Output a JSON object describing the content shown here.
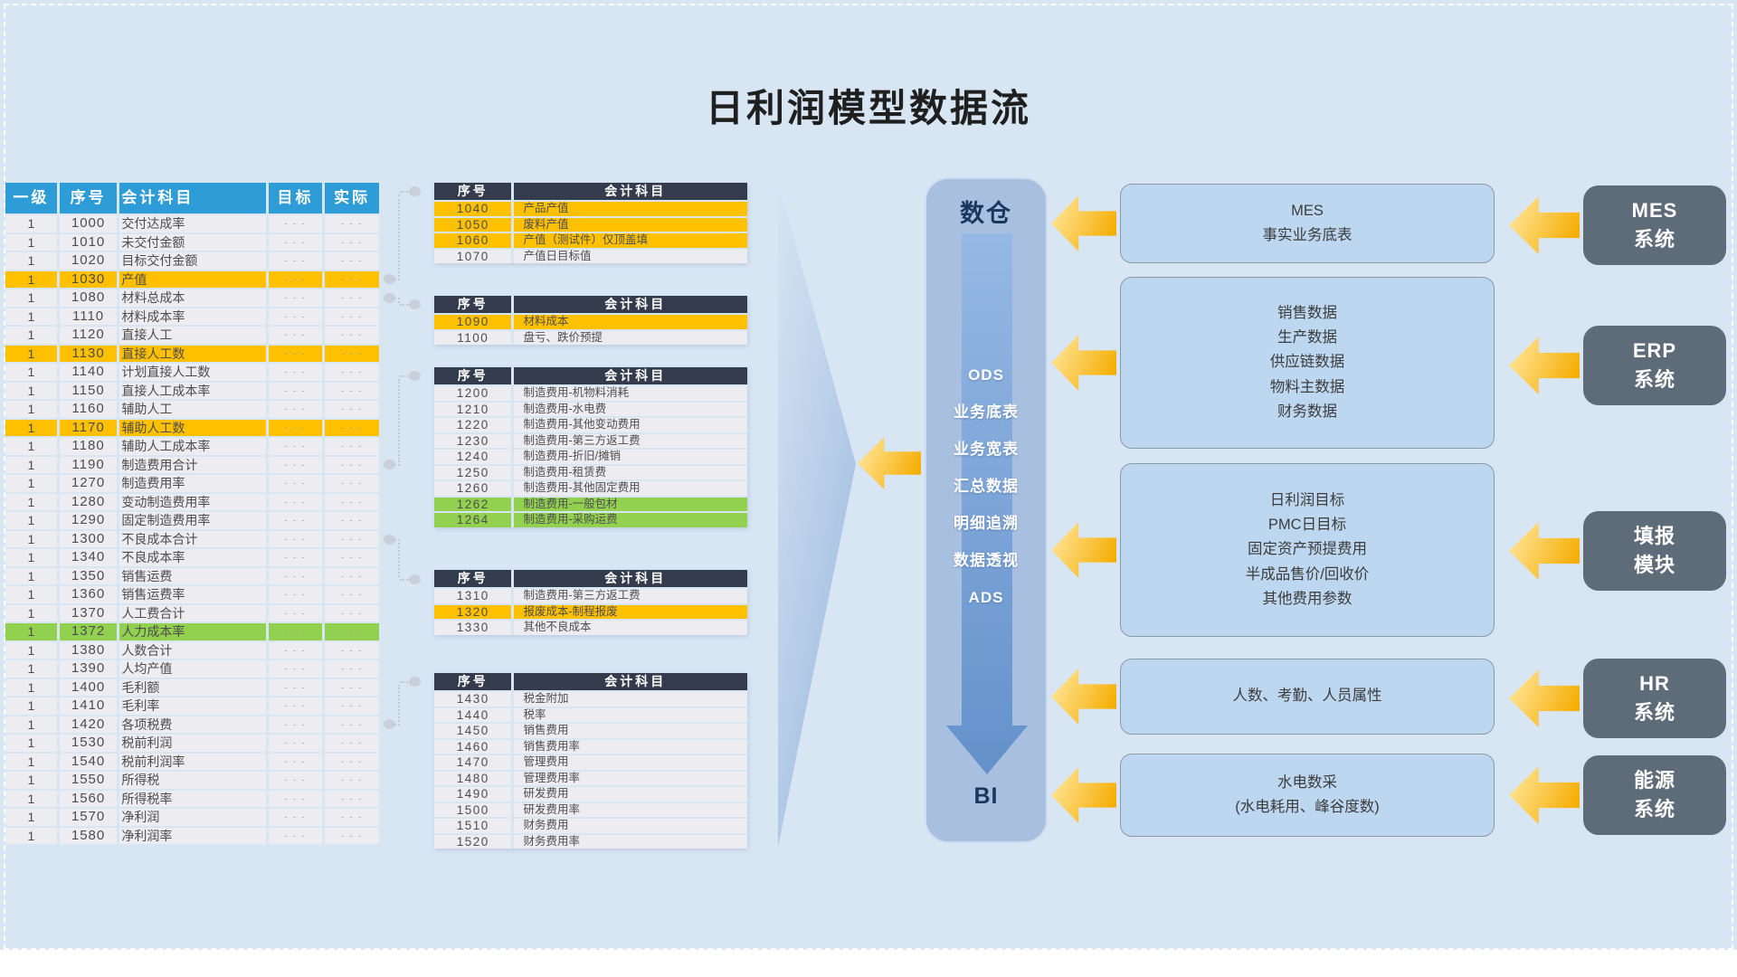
{
  "title": "日利润模型数据流",
  "left_table": {
    "headers": [
      "一级",
      "序号",
      "会计科目",
      "目标",
      "实际"
    ],
    "dash": "- - -",
    "rows": [
      {
        "level": "1",
        "code": "1000",
        "name": "交付达成率",
        "hl": ""
      },
      {
        "level": "1",
        "code": "1010",
        "name": "未交付金额",
        "hl": ""
      },
      {
        "level": "1",
        "code": "1020",
        "name": "目标交付金额",
        "hl": ""
      },
      {
        "level": "1",
        "code": "1030",
        "name": "产值",
        "hl": "orange"
      },
      {
        "level": "1",
        "code": "1080",
        "name": "材料总成本",
        "hl": ""
      },
      {
        "level": "1",
        "code": "1110",
        "name": "材料成本率",
        "hl": ""
      },
      {
        "level": "1",
        "code": "1120",
        "name": "直接人工",
        "hl": ""
      },
      {
        "level": "1",
        "code": "1130",
        "name": "直接人工数",
        "hl": "orange"
      },
      {
        "level": "1",
        "code": "1140",
        "name": "计划直接人工数",
        "hl": ""
      },
      {
        "level": "1",
        "code": "1150",
        "name": "直接人工成本率",
        "hl": ""
      },
      {
        "level": "1",
        "code": "1160",
        "name": "辅助人工",
        "hl": ""
      },
      {
        "level": "1",
        "code": "1170",
        "name": "辅助人工数",
        "hl": "orange"
      },
      {
        "level": "1",
        "code": "1180",
        "name": "辅助人工成本率",
        "hl": ""
      },
      {
        "level": "1",
        "code": "1190",
        "name": "制造费用合计",
        "hl": ""
      },
      {
        "level": "1",
        "code": "1270",
        "name": "制造费用率",
        "hl": ""
      },
      {
        "level": "1",
        "code": "1280",
        "name": "变动制造费用率",
        "hl": ""
      },
      {
        "level": "1",
        "code": "1290",
        "name": "固定制造费用率",
        "hl": ""
      },
      {
        "level": "1",
        "code": "1300",
        "name": "不良成本合计",
        "hl": ""
      },
      {
        "level": "1",
        "code": "1340",
        "name": "不良成本率",
        "hl": ""
      },
      {
        "level": "1",
        "code": "1350",
        "name": "销售运费",
        "hl": ""
      },
      {
        "level": "1",
        "code": "1360",
        "name": "销售运费率",
        "hl": ""
      },
      {
        "level": "1",
        "code": "1370",
        "name": "人工费合计",
        "hl": ""
      },
      {
        "level": "1",
        "code": "1372",
        "name": "人力成本率",
        "hl": "green"
      },
      {
        "level": "1",
        "code": "1380",
        "name": "人数合计",
        "hl": ""
      },
      {
        "level": "1",
        "code": "1390",
        "name": "人均产值",
        "hl": ""
      },
      {
        "level": "1",
        "code": "1400",
        "name": "毛利额",
        "hl": ""
      },
      {
        "level": "1",
        "code": "1410",
        "name": "毛利率",
        "hl": ""
      },
      {
        "level": "1",
        "code": "1420",
        "name": "各项税费",
        "hl": ""
      },
      {
        "level": "1",
        "code": "1530",
        "name": "税前利润",
        "hl": ""
      },
      {
        "level": "1",
        "code": "1540",
        "name": "税前利润率",
        "hl": ""
      },
      {
        "level": "1",
        "code": "1550",
        "name": "所得税",
        "hl": ""
      },
      {
        "level": "1",
        "code": "1560",
        "name": "所得税率",
        "hl": ""
      },
      {
        "level": "1",
        "code": "1570",
        "name": "净利润",
        "hl": ""
      },
      {
        "level": "1",
        "code": "1580",
        "name": "净利润率",
        "hl": ""
      }
    ]
  },
  "mini_tables": [
    {
      "headers": [
        "序号",
        "会计科目"
      ],
      "rows": [
        {
          "code": "1040",
          "name": "产品产值",
          "hl": "orange"
        },
        {
          "code": "1050",
          "name": "废料产值",
          "hl": "orange"
        },
        {
          "code": "1060",
          "name": "产值（测试件）仅顶盖填",
          "hl": "orange"
        },
        {
          "code": "1070",
          "name": "产值日目标值",
          "hl": ""
        }
      ]
    },
    {
      "headers": [
        "序号",
        "会计科目"
      ],
      "rows": [
        {
          "code": "1090",
          "name": "材料成本",
          "hl": "orange"
        },
        {
          "code": "1100",
          "name": "盘亏、跌价预提",
          "hl": ""
        }
      ]
    },
    {
      "headers": [
        "序号",
        "会计科目"
      ],
      "rows": [
        {
          "code": "1200",
          "name": "制造费用-机物料消耗",
          "hl": ""
        },
        {
          "code": "1210",
          "name": "制造费用-水电费",
          "hl": ""
        },
        {
          "code": "1220",
          "name": "制造费用-其他变动费用",
          "hl": ""
        },
        {
          "code": "1230",
          "name": "制造费用-第三方返工费",
          "hl": ""
        },
        {
          "code": "1240",
          "name": "制造费用-折旧/摊销",
          "hl": ""
        },
        {
          "code": "1250",
          "name": "制造费用-租赁费",
          "hl": ""
        },
        {
          "code": "1260",
          "name": "制造费用-其他固定费用",
          "hl": ""
        },
        {
          "code": "1262",
          "name": "制造费用-一般包材",
          "hl": "green"
        },
        {
          "code": "1264",
          "name": "制造费用-采购运费",
          "hl": "green"
        }
      ]
    },
    {
      "headers": [
        "序号",
        "会计科目"
      ],
      "rows": [
        {
          "code": "1310",
          "name": "制造费用-第三方返工费",
          "hl": ""
        },
        {
          "code": "1320",
          "name": "报废成本-制程报废",
          "hl": "orange"
        },
        {
          "code": "1330",
          "name": "其他不良成本",
          "hl": ""
        }
      ]
    },
    {
      "headers": [
        "序号",
        "会计科目"
      ],
      "rows": [
        {
          "code": "1430",
          "name": "税金附加",
          "hl": ""
        },
        {
          "code": "1440",
          "name": "税率",
          "hl": ""
        },
        {
          "code": "1450",
          "name": "销售费用",
          "hl": ""
        },
        {
          "code": "1460",
          "name": "销售费用率",
          "hl": ""
        },
        {
          "code": "1470",
          "name": "管理费用",
          "hl": ""
        },
        {
          "code": "1480",
          "name": "管理费用率",
          "hl": ""
        },
        {
          "code": "1490",
          "name": "研发费用",
          "hl": ""
        },
        {
          "code": "1500",
          "name": "研发费用率",
          "hl": ""
        },
        {
          "code": "1510",
          "name": "财务费用",
          "hl": ""
        },
        {
          "code": "1520",
          "name": "财务费用率",
          "hl": ""
        }
      ]
    }
  ],
  "warehouse": {
    "title": "数仓",
    "stages": [
      "ODS",
      "业务底表",
      "业务宽表",
      "汇总数据",
      "明细追溯",
      "数据透视",
      "ADS"
    ],
    "bottom": "BI"
  },
  "sources": [
    {
      "box_lines": [
        "MES",
        "事实业务底表"
      ],
      "label_lines": [
        "MES",
        "系统"
      ]
    },
    {
      "box_lines": [
        "销售数据",
        "生产数据",
        "供应链数据",
        "物料主数据",
        "财务数据"
      ],
      "label_lines": [
        "ERP",
        "系统"
      ]
    },
    {
      "box_lines": [
        "日利润目标",
        "PMC日目标",
        "固定资产预提费用",
        "半成品售价/回收价",
        "其他费用参数"
      ],
      "label_lines": [
        "填报",
        "模块"
      ]
    },
    {
      "box_lines": [
        "人数、考勤、人员属性"
      ],
      "label_lines": [
        "HR",
        "系统"
      ]
    },
    {
      "box_lines": [
        "水电数采",
        "(水电耗用、峰谷度数)"
      ],
      "label_lines": [
        "能源",
        "系统"
      ]
    }
  ],
  "colors": {
    "bg": "#D8E6F4",
    "header_blue": "#2E9CD6",
    "mini_header": "#333B4D",
    "orange": "#FFC000",
    "green": "#92D050",
    "warehouse_pill": "#A9BFDF",
    "warehouse_arrow_top": "#96B8E4",
    "warehouse_arrow_bottom": "#6895CD",
    "navy_text": "#17375E",
    "box_fill": "#BCD7EF",
    "label_fill": "#5E6C79",
    "arrow_from": "#FFE08A",
    "arrow_to": "#F5AC00",
    "funnel": "#8FB3DF"
  }
}
